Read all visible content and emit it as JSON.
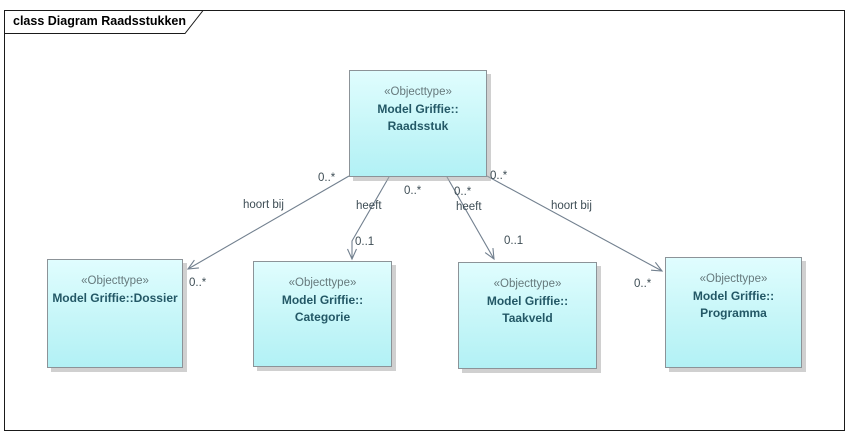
{
  "frame": {
    "title": "class Diagram Raadsstukken"
  },
  "nodes": [
    {
      "id": "raadsstuk",
      "stereotype": "«Objecttype»",
      "name_line1": "Model Griffie::",
      "name_line2": "Raadsstuk"
    },
    {
      "id": "dossier",
      "stereotype": "«Objecttype»",
      "name_line1": "Model Griffie::Dossier",
      "name_line2": ""
    },
    {
      "id": "categorie",
      "stereotype": "«Objecttype»",
      "name_line1": "Model Griffie::",
      "name_line2": "Categorie"
    },
    {
      "id": "taakveld",
      "stereotype": "«Objecttype»",
      "name_line1": "Model Griffie::",
      "name_line2": "Taakveld"
    },
    {
      "id": "programma",
      "stereotype": "«Objecttype»",
      "name_line1": "Model Griffie::",
      "name_line2": "Programma"
    }
  ],
  "edges": [
    {
      "source": "Raadsstuk",
      "target": "Dossier",
      "label": "hoort bij",
      "source_multiplicity": "0..*",
      "target_multiplicity": "0..*"
    },
    {
      "source": "Raadsstuk",
      "target": "Categorie",
      "label": "heeft",
      "source_multiplicity": "0..*",
      "target_multiplicity": "0..1"
    },
    {
      "source": "Raadsstuk",
      "target": "Taakveld",
      "label": "heeft",
      "source_multiplicity": "0..*",
      "target_multiplicity": "0..1"
    },
    {
      "source": "Raadsstuk",
      "target": "Programma",
      "label": "hoort bij",
      "source_multiplicity": "0..*",
      "target_multiplicity": "0..*"
    }
  ],
  "colors": {
    "node_fill_top": "#E0FDFE",
    "node_fill_bottom": "#B2F1F5",
    "node_border": "#8C9398",
    "node_name_text": "#235866",
    "stereotype_text": "#66797C",
    "connector": "#72808F",
    "edge_label_text": "#3E4D55",
    "frame_border": "#1A1A1A"
  }
}
